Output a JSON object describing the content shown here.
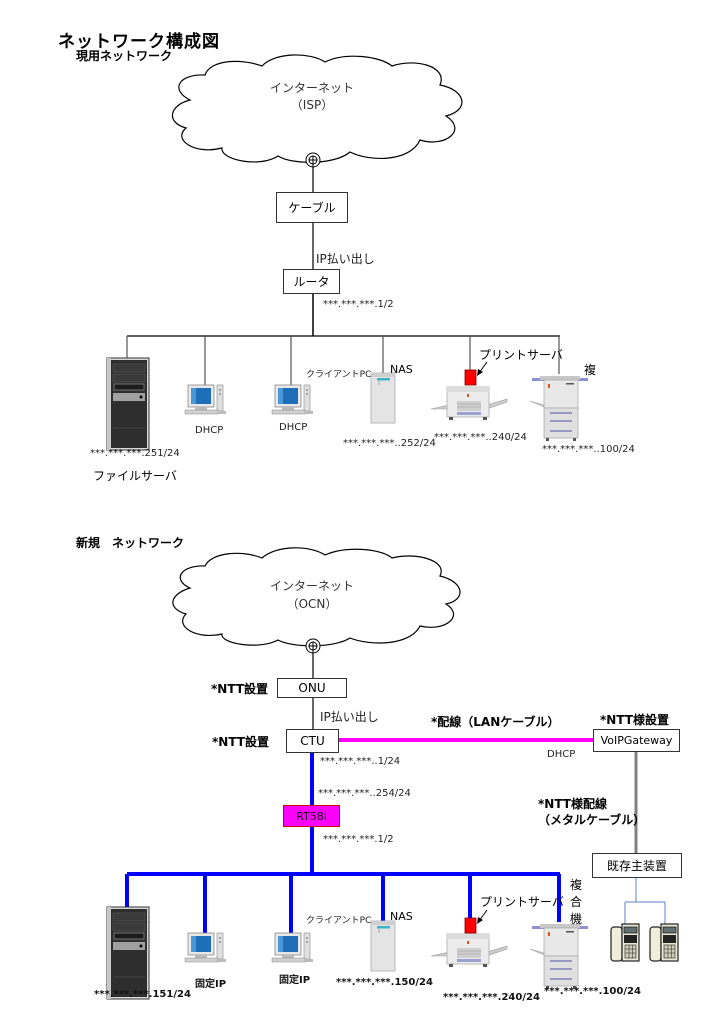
{
  "page_title": "ネットワーク構成図",
  "current": {
    "heading": "現用ネットワーク",
    "cloud": {
      "line1": "インターネット",
      "line2": "（ISP）"
    },
    "cable_box": "ケーブル",
    "ip_label": "IP払い出し",
    "router_box": "ルータ",
    "router_ip": "***.***.***.1/2",
    "devices": {
      "file_server": {
        "ip": "***.***.***.251/24",
        "name": "ファイルサーバ"
      },
      "pc1": {
        "label": "DHCP"
      },
      "pc2": {
        "label": "DHCP"
      },
      "client_pc_label": "クライアントPC",
      "nas": {
        "label": "NAS",
        "ip": "***.***.***..252/24"
      },
      "print_server": {
        "label": "プリントサーバ",
        "ip": "***.***.***..240/24"
      },
      "mfp": {
        "label": "複",
        "ip": "***.***.***..100/24"
      }
    }
  },
  "new": {
    "heading": "新規　ネットワーク",
    "cloud": {
      "line1": "インターネット",
      "line2": "（OCN）"
    },
    "onu_note": "*NTT設置",
    "onu_box": "ONU",
    "ip_label": "IP払い出し",
    "ctu_note": "*NTT設置",
    "ctu_box": "CTU",
    "ctu_ip": "***.***.***..1/24",
    "lan_cable_note": "*配線（LANケーブル）",
    "voip_note": "*NTT様設置",
    "voip_box": "VoIPGateway",
    "voip_dhcp": "DHCP",
    "metal_note_1": "*NTT様配線",
    "metal_note_2": "（メタルケーブル）",
    "existing_pbx": "既存主装置",
    "rt_wan_ip": "***.***.***..254/24",
    "rt_box": "RT58i",
    "rt_lan_ip": "***.***.***.1/2",
    "devices": {
      "file_server": {
        "ip": "***.***.***.151/24"
      },
      "pc1": {
        "label": "固定IP"
      },
      "pc2": {
        "label": "固定IP"
      },
      "client_pc_label": "クライアントPC",
      "nas": {
        "label": "NAS",
        "ip": "***.***.***.150/24"
      },
      "print_server": {
        "label": "プリントサーバ",
        "ip": "***.***.***.240/24"
      },
      "mfp": {
        "label": "複合機",
        "ip": "***.***.***.100/24"
      }
    }
  },
  "colors": {
    "lan_new": "#0000ff",
    "lan_cable": "#ff00ff",
    "metal_cable": "#808080",
    "print_server": "#ff0000",
    "rt_box": "#ff00ff"
  }
}
